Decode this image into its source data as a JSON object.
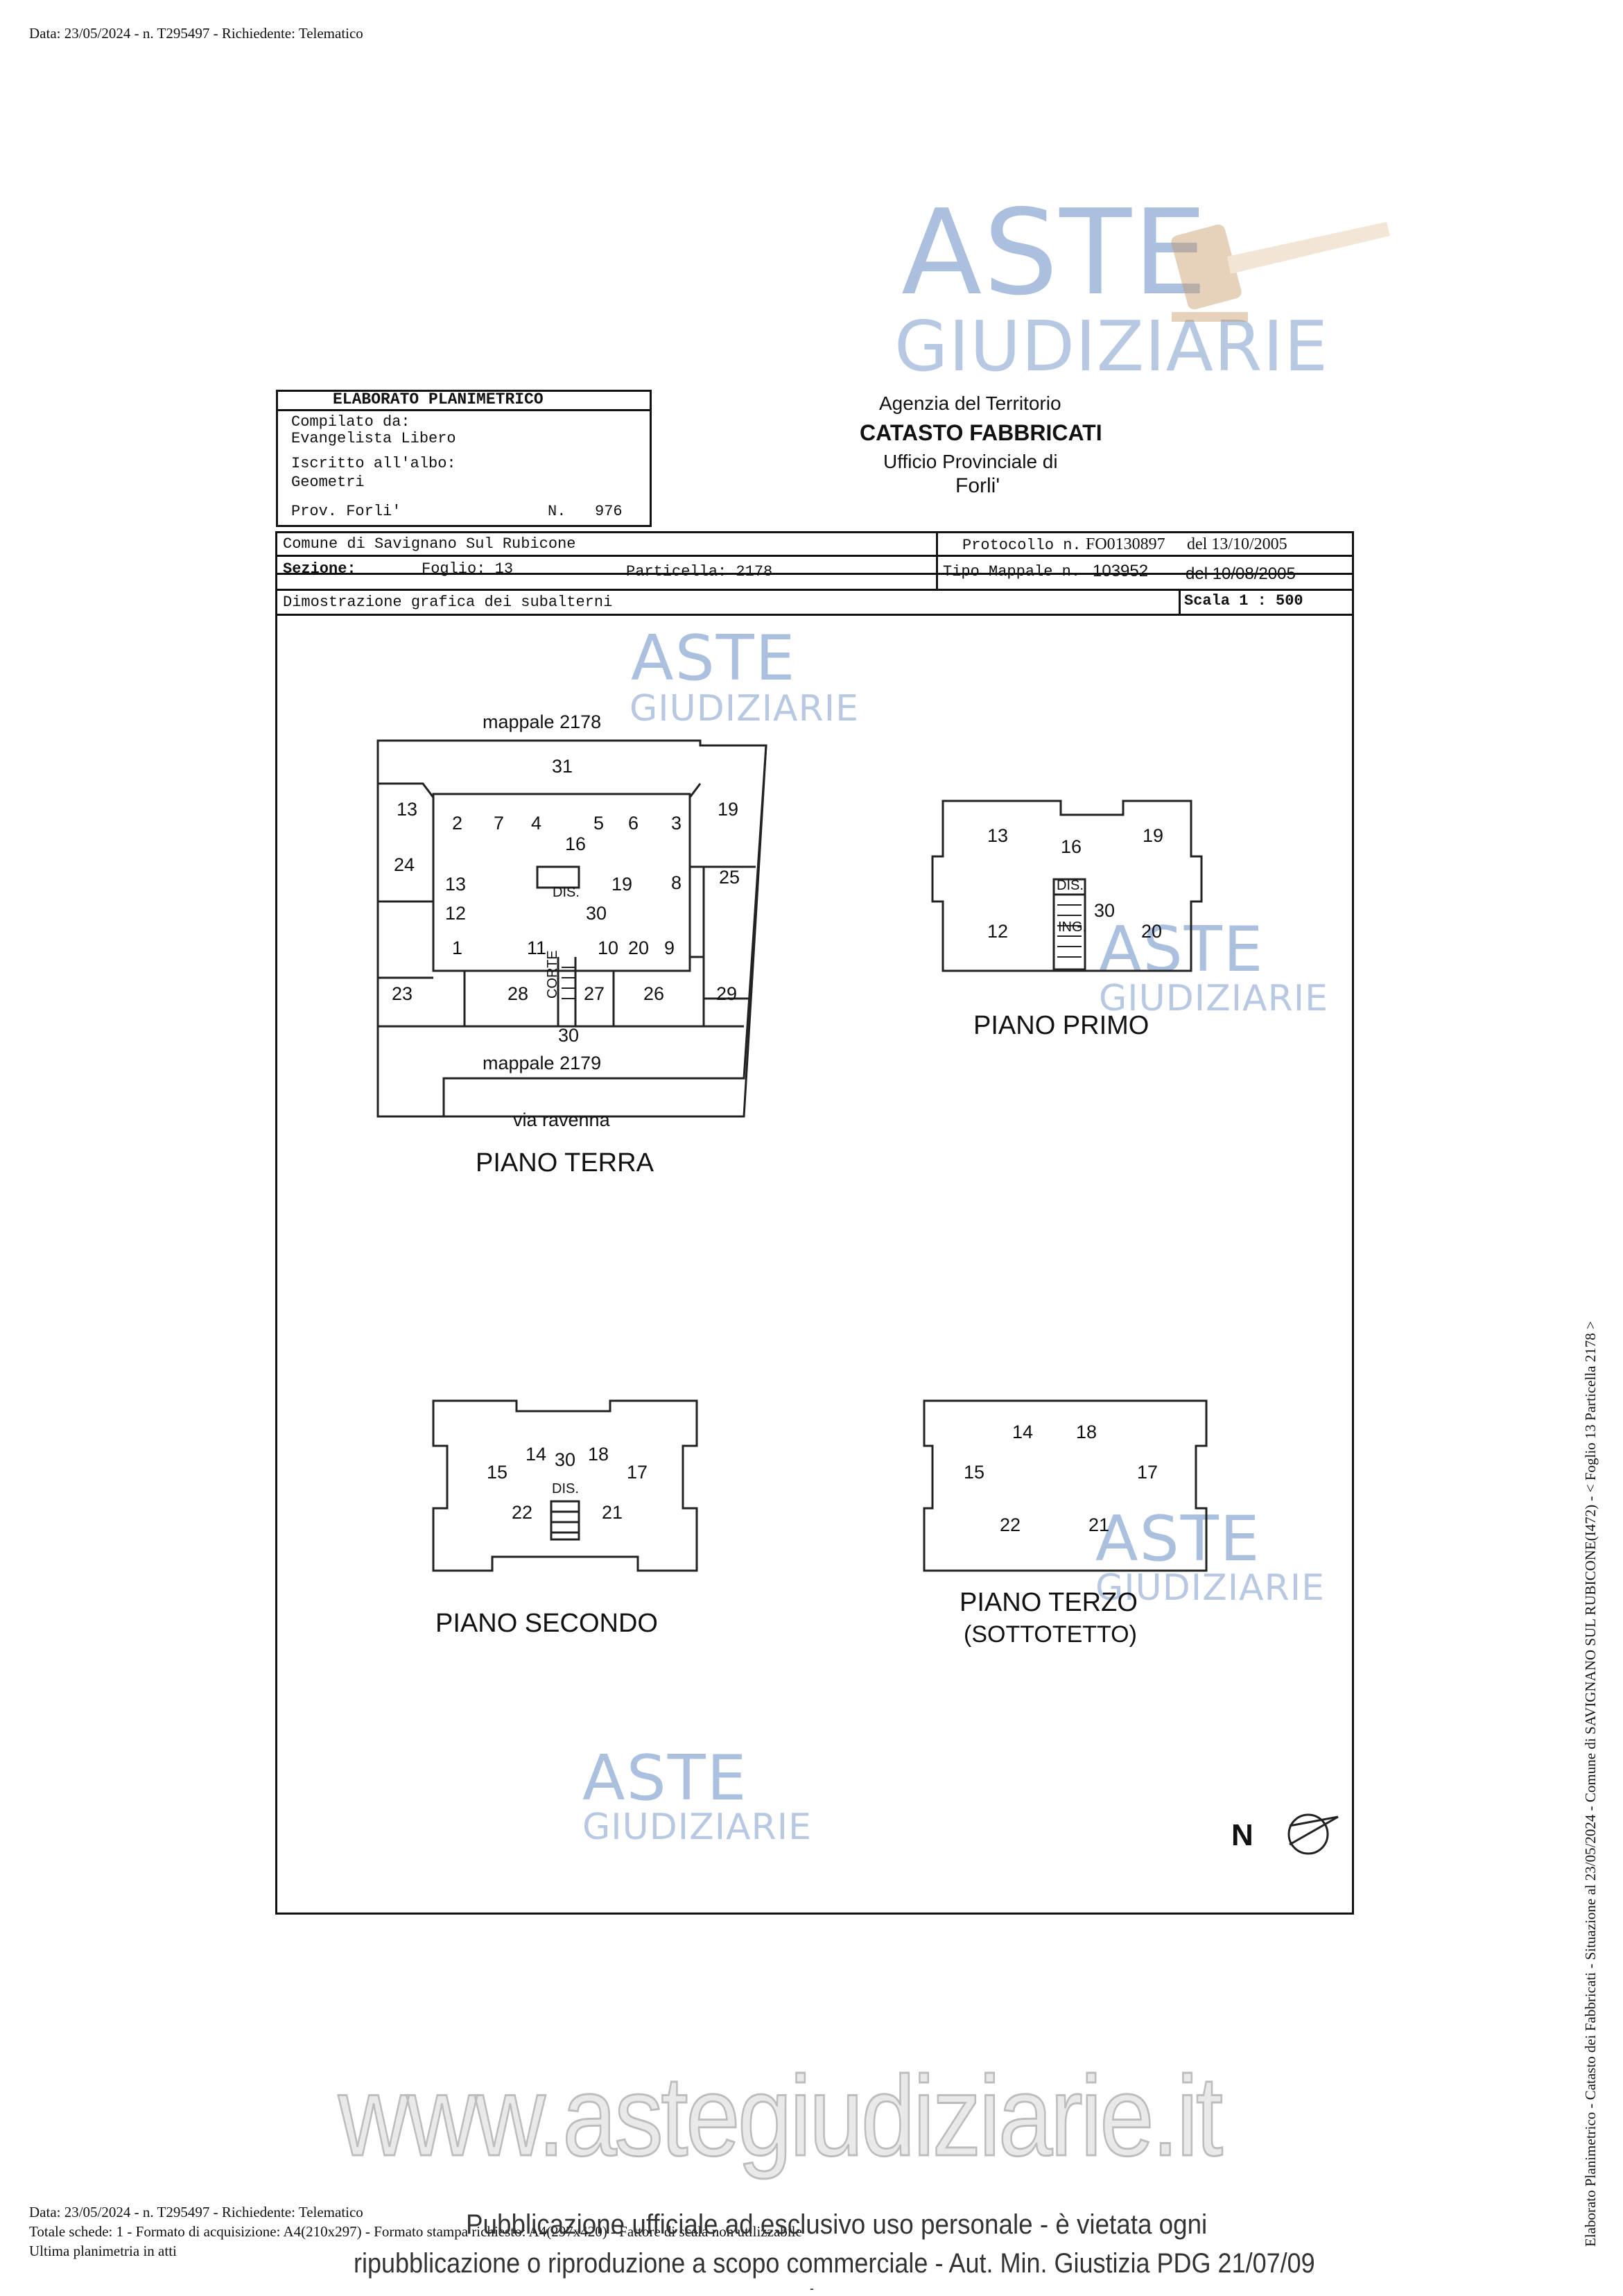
{
  "header": {
    "line": "Data: 23/05/2024 - n. T295497 - Richiedente: Telematico"
  },
  "logos": {
    "aste": "ASTE",
    "giudiziarie": "GIUDIZIARIE"
  },
  "compiler_box": {
    "title": "ELABORATO PLANIMETRICO",
    "compiled_by_label": "Compilato da:",
    "compiled_by": "Evangelista Libero",
    "registered_label": "Iscritto all'albo:",
    "registered": "Geometri",
    "prov": "Prov. Forli'",
    "number_label": "N.",
    "number": "976"
  },
  "agency": {
    "line1": "Agenzia del Territorio",
    "line2": "CATASTO FABBRICATI",
    "line3": "Ufficio Provinciale di",
    "line4": "Forli'"
  },
  "info_box": {
    "comune": "Comune di Savignano Sul Rubicone",
    "sezione_label": "Sezione:",
    "foglio": "Foglio: 13",
    "particella": "Particella: 2178",
    "protocollo_label": "Protocollo n.",
    "protocollo": "FO0130897",
    "protocollo_del": "del 13/10/2005",
    "tipo_label": "Tipo Mappale n.",
    "tipo": "103952",
    "tipo_del": "del 10/08/2005",
    "dimostrazione": "Dimostrazione grafica dei subalterni",
    "scala": "Scala 1 : 500"
  },
  "plans": {
    "terra": {
      "title": "PIANO TERRA",
      "mappale_top": "mappale 2178",
      "mappale_bottom": "mappale 2179",
      "street": "via ravenna",
      "corte": "CORTE",
      "labels": [
        "31",
        "13",
        "2",
        "7",
        "4",
        "5",
        "6",
        "3",
        "19",
        "16",
        "24",
        "13",
        "19",
        "8",
        "25",
        "12",
        "DIS.",
        "30",
        "1",
        "11",
        "10",
        "20",
        "9",
        "23",
        "28",
        "27",
        "26",
        "29",
        "30"
      ]
    },
    "primo": {
      "title": "PIANO PRIMO",
      "labels": [
        "13",
        "16",
        "19",
        "DIS.",
        "30",
        "12",
        "ING.",
        "20"
      ]
    },
    "secondo": {
      "title": "PIANO SECONDO",
      "labels": [
        "14",
        "30",
        "18",
        "15",
        "17",
        "DIS.",
        "22",
        "21"
      ]
    },
    "terzo": {
      "title": "PIANO TERZO",
      "subtitle": "(SOTTOTETTO)",
      "labels": [
        "14",
        "18",
        "15",
        "17",
        "22",
        "21"
      ]
    },
    "north": "N"
  },
  "footer": {
    "line1": "Data: 23/05/2024 - n. T295497 - Richiedente: Telematico",
    "line2": "Totale schede: 1 - Formato di acquisizione: A4(210x297) - Formato stampa richiesto: A4(297x420) - Fattore di scala non utilizzabile",
    "line3": "Ultima planimetria in atti",
    "website": "www.astegiudiziarie.it",
    "disclaimer1": "Pubblicazione ufficiale ad esclusivo uso personale - è vietata ogni",
    "disclaimer2": "ripubblicazione o riproduzione a scopo commerciale - Aut. Min. Giustizia PDG 21/07/09",
    "side": "Elaborato Planimetrico - Catasto dei Fabbricati - Situazione al 23/05/2024 - Comune di SAVIGNANO SUL RUBICONE(I472) - < Foglio 13 Particella 2178 >",
    "dash": "-"
  }
}
